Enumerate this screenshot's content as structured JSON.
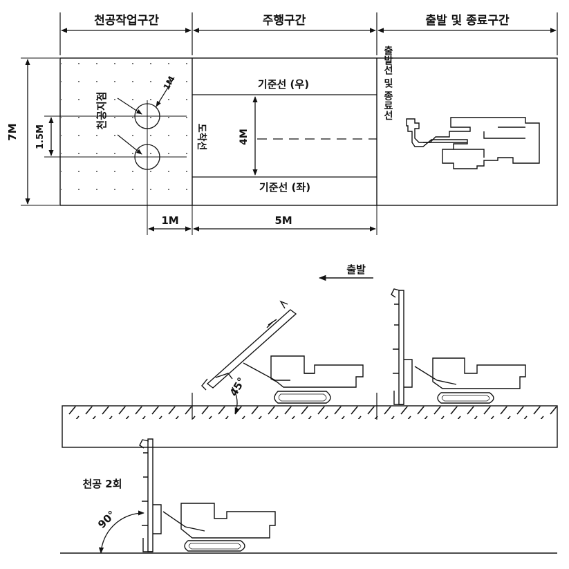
{
  "zones": {
    "work": "천공작업구간",
    "travel": "주행구간",
    "start_end": "출발 및 종료구간"
  },
  "dims": {
    "total_width": "7M",
    "hole_spacing": "1.5M",
    "hole_diameter": "1M",
    "lane_width": "4M",
    "offset": "1M",
    "travel_length": "5M"
  },
  "labels": {
    "drill_point": "천공지점",
    "ref_right": "기준선 (우)",
    "ref_left": "기준선 (좌)",
    "arrival_line": "도착선",
    "start_end_line": "출발선 및 종료선",
    "start": "출발",
    "drill_twice": "천공 2회",
    "angle_45": "45°",
    "angle_90": "90°"
  }
}
